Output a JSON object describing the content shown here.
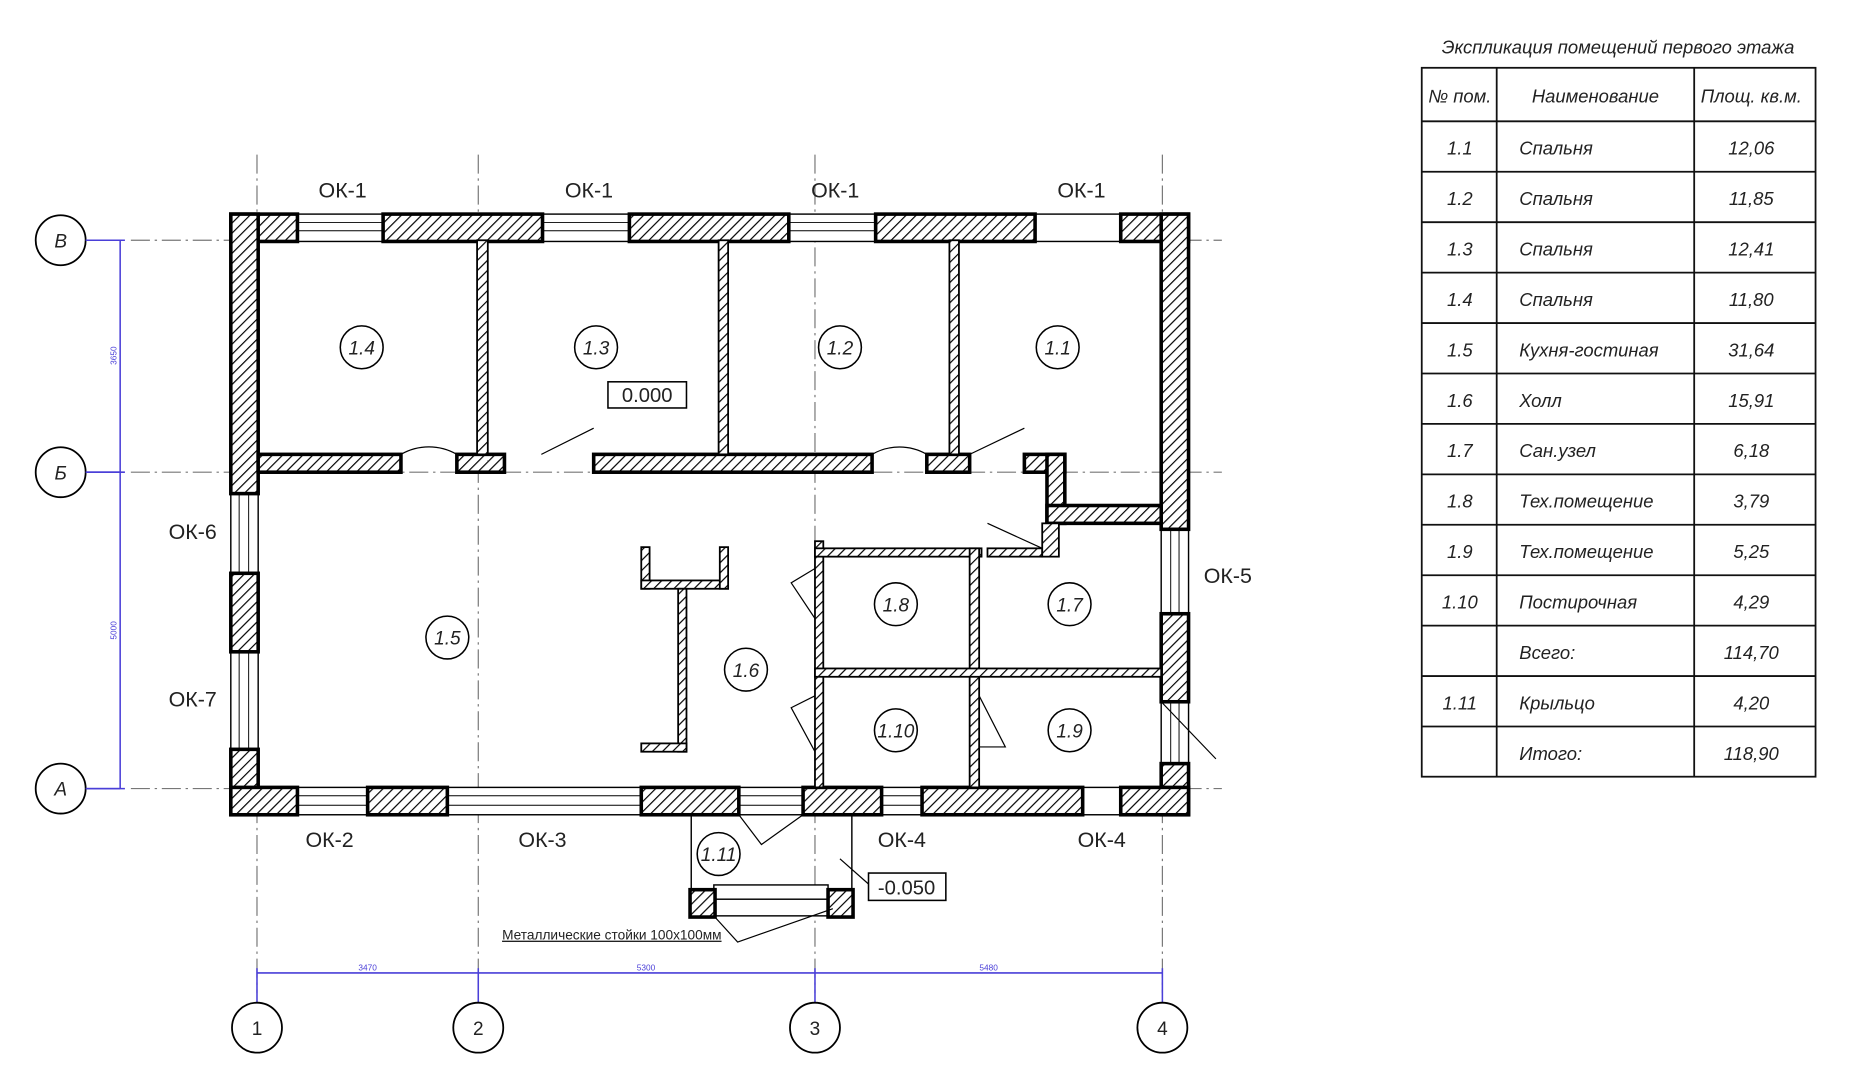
{
  "plan": {
    "axes_letters": [
      "В",
      "Б",
      "А"
    ],
    "axes_numbers": [
      "1",
      "2",
      "3",
      "4"
    ],
    "dims_vertical": [
      "3650",
      "5000"
    ],
    "dims_horizontal": [
      "3470",
      "5300",
      "5480"
    ],
    "windows": {
      "top": [
        "ОК-1",
        "ОК-1",
        "ОК-1",
        "ОК-1"
      ],
      "bottom": [
        "ОК-2",
        "ОК-3",
        "ОК-4",
        "ОК-4"
      ],
      "left": [
        "ОК-6",
        "ОК-7"
      ],
      "right": [
        "ОК-5"
      ]
    },
    "rooms": [
      "1.4",
      "1.3",
      "1.2",
      "1.1",
      "1.5",
      "1.6",
      "1.8",
      "1.7",
      "1.10",
      "1.9",
      "1.11"
    ],
    "level_main": "0.000",
    "level_porch": "-0.050",
    "note": "Металлические стойки 100х100мм"
  },
  "table": {
    "title": "Экспликация помещений первого этажа",
    "headers": [
      "№ пом.",
      "Наименование",
      "Площ. кв.м."
    ],
    "rows": [
      [
        "1.1",
        "Спальня",
        "12,06"
      ],
      [
        "1.2",
        "Спальня",
        "11,85"
      ],
      [
        "1.3",
        "Спальня",
        "12,41"
      ],
      [
        "1.4",
        "Спальня",
        "11,80"
      ],
      [
        "1.5",
        "Кухня-гостиная",
        "31,64"
      ],
      [
        "1.6",
        "Холл",
        "15,91"
      ],
      [
        "1.7",
        "Сан.узел",
        "6,18"
      ],
      [
        "1.8",
        "Тех.помещение",
        "3,79"
      ],
      [
        "1.9",
        "Тех.помещение",
        "5,25"
      ],
      [
        "1.10",
        "Постирочная",
        "4,29"
      ],
      [
        "",
        "Всего:",
        "114,70"
      ],
      [
        "1.11",
        "Крыльцо",
        "4,20"
      ],
      [
        "",
        "Итого:",
        "118,90"
      ]
    ]
  },
  "colors": {
    "dimension": "#4a3fd8",
    "wall": "#000000"
  }
}
